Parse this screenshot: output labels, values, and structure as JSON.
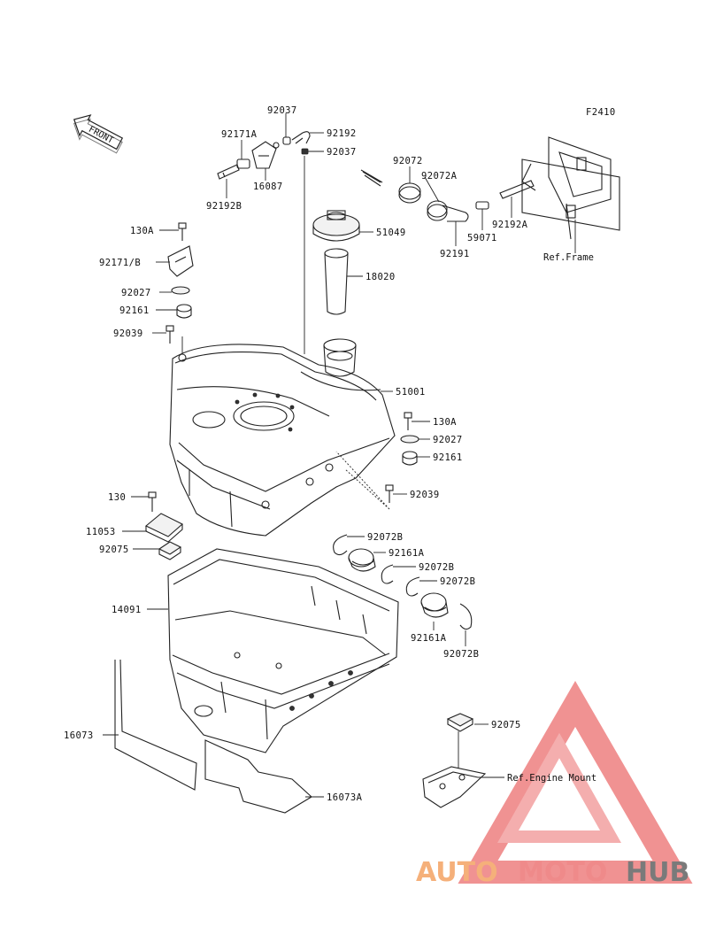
{
  "figure_code": "F2410",
  "front_label": "FRONT",
  "parts": {
    "p92037a": "92037",
    "p92192": "92192",
    "p92037b": "92037",
    "p92171a": "92171A",
    "p16087": "16087",
    "p92192b": "92192B",
    "p92072": "92072",
    "p92072a": "92072A",
    "p51049": "51049",
    "p59071": "59071",
    "p92191": "92191",
    "p92192a": "92192A",
    "p130a_top": "130A",
    "p92171b": "92171/B",
    "p18020": "18020",
    "p92027_l": "92027",
    "p92161_l": "92161",
    "p92039_l": "92039",
    "p51001": "51001",
    "p130a_r": "130A",
    "p92027_r": "92027",
    "p92161_r": "92161",
    "p92039_r": "92039",
    "p130": "130",
    "p11053": "11053",
    "p92075_l": "92075",
    "p92072b_1": "92072B",
    "p92161a_1": "92161A",
    "p92072b_2": "92072B",
    "p92072b_3": "92072B",
    "p14091": "14091",
    "p92161a_2": "92161A",
    "p92072b_4": "92072B",
    "p16073": "16073",
    "p16073a": "16073A",
    "p92075_r": "92075"
  },
  "refs": {
    "frame": "Ref.Frame",
    "engine_mount": "Ref.Engine Mount"
  },
  "watermark": {
    "part1": "AUTO",
    "part2": "MOTO",
    "part3": "HUB",
    "color_light": "#f5b07a",
    "color_dark": "#7a7a7a",
    "color_red": "#e14b4b"
  }
}
